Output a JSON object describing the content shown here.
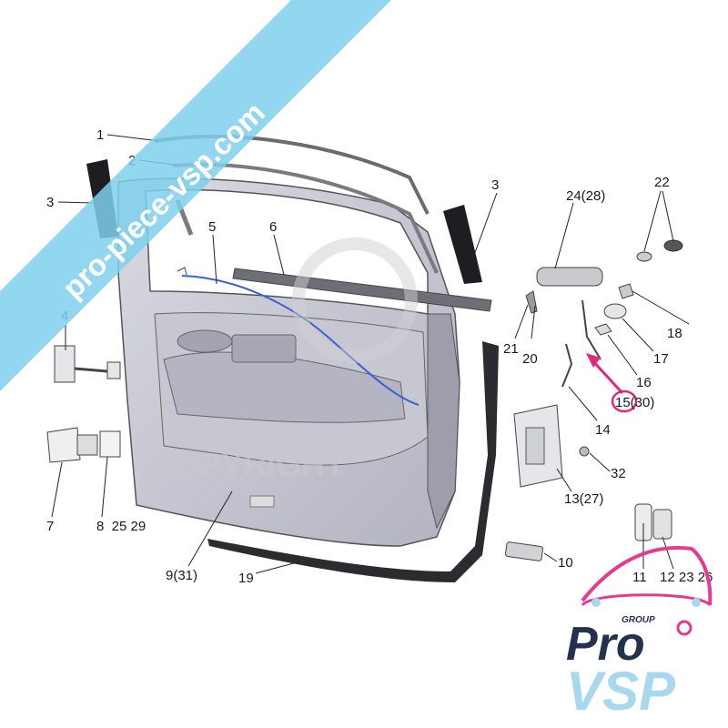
{
  "watermark": {
    "banner_text": "pro-piece-vsp.com",
    "banner_color": "#7fd0ec",
    "copyright_text": "COPYRIGHT"
  },
  "logo": {
    "group_text": "GROUP",
    "pro_text": "Pro",
    "vsp_text": "VSP",
    "primary_color": "#24324f",
    "accent_color": "#e23b8f",
    "light_color": "#a8d8ee"
  },
  "highlight_color": "#e0287c",
  "parts": [
    {
      "id": "p1",
      "text": "1"
    },
    {
      "id": "p2",
      "text": "2"
    },
    {
      "id": "p3a",
      "text": "3"
    },
    {
      "id": "p3b",
      "text": "3"
    },
    {
      "id": "p4",
      "text": "4"
    },
    {
      "id": "p5",
      "text": "5"
    },
    {
      "id": "p6",
      "text": "6"
    },
    {
      "id": "p7",
      "text": "7"
    },
    {
      "id": "p8",
      "text": "8  25 29"
    },
    {
      "id": "p9",
      "text": "9(31)"
    },
    {
      "id": "p10",
      "text": "10"
    },
    {
      "id": "p11",
      "text": "11"
    },
    {
      "id": "p12",
      "text": "12 23 26"
    },
    {
      "id": "p13",
      "text": "13(27)"
    },
    {
      "id": "p14",
      "text": "14"
    },
    {
      "id": "p15",
      "text": "15(30)"
    },
    {
      "id": "p16",
      "text": "16"
    },
    {
      "id": "p17",
      "text": "17"
    },
    {
      "id": "p18",
      "text": "18"
    },
    {
      "id": "p19",
      "text": "19"
    },
    {
      "id": "p20",
      "text": "20"
    },
    {
      "id": "p21",
      "text": "21"
    },
    {
      "id": "p22",
      "text": "22"
    },
    {
      "id": "p24",
      "text": "24(28)"
    },
    {
      "id": "p32",
      "text": "32"
    }
  ]
}
